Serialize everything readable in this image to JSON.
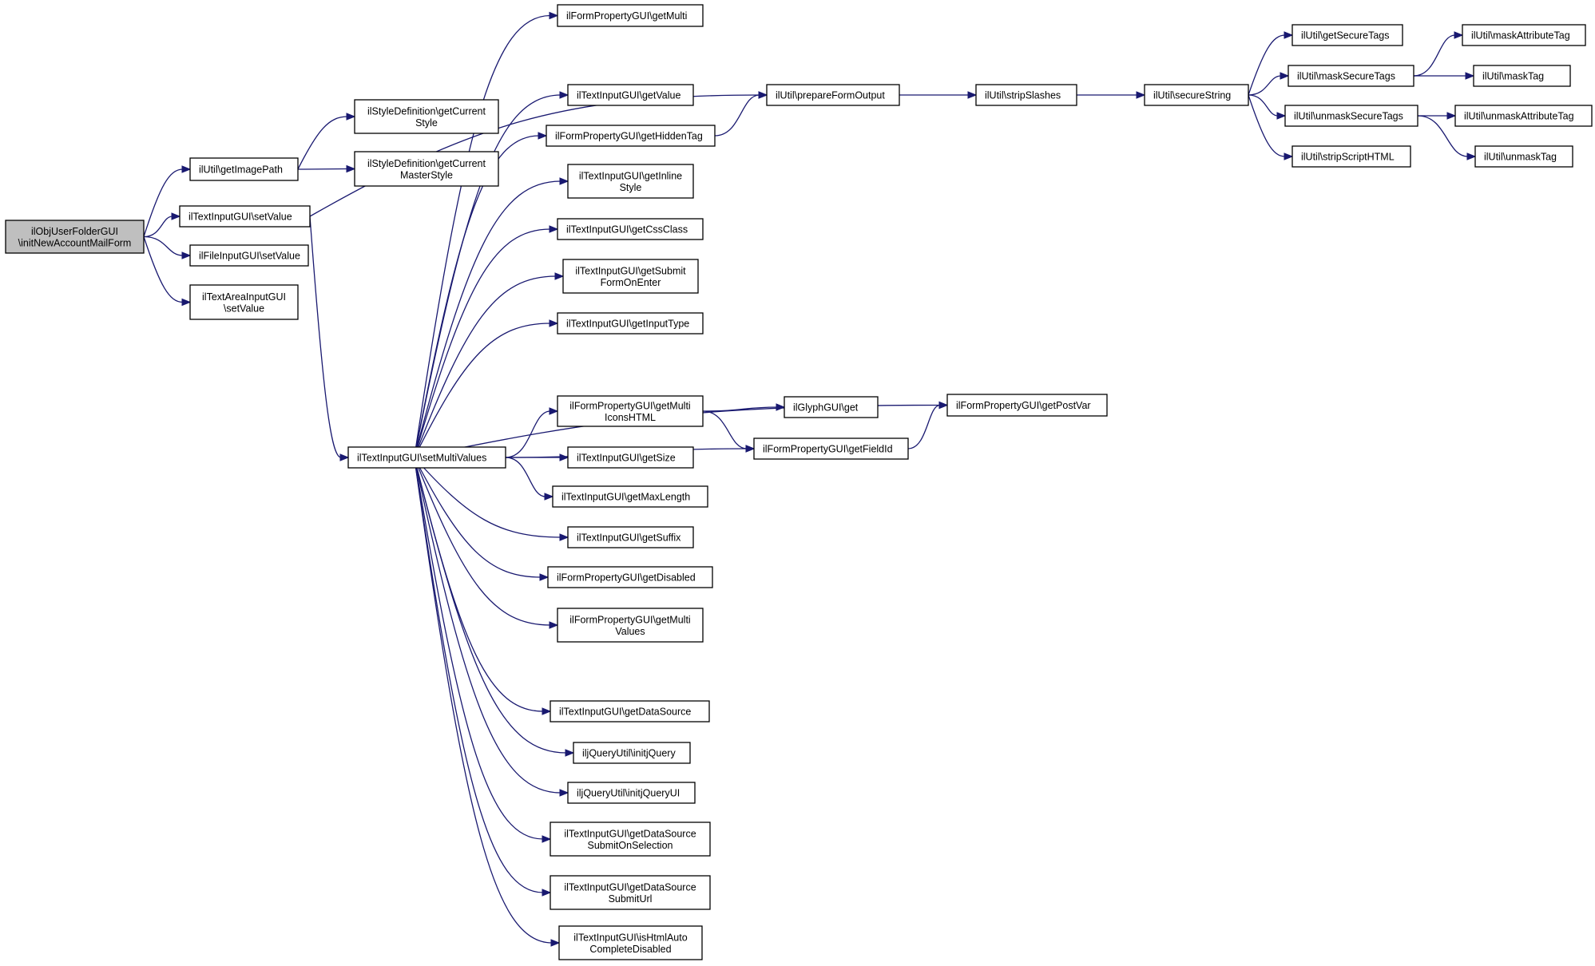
{
  "diagram": {
    "nodes": [
      {
        "id": "root",
        "lines": [
          "ilObjUserFolderGUI",
          "\\initNewAccountMailForm"
        ],
        "root": true
      },
      {
        "id": "getImagePath",
        "lines": [
          "ilUtil\\getImagePath"
        ]
      },
      {
        "id": "tiSetValue",
        "lines": [
          "ilTextInputGUI\\setValue"
        ]
      },
      {
        "id": "fiSetValue",
        "lines": [
          "ilFileInputGUI\\setValue"
        ]
      },
      {
        "id": "taSetValue",
        "lines": [
          "ilTextAreaInputGUI",
          "\\setValue"
        ]
      },
      {
        "id": "sdCurStyle",
        "lines": [
          "ilStyleDefinition\\getCurrent",
          "Style"
        ]
      },
      {
        "id": "sdCurMaster",
        "lines": [
          "ilStyleDefinition\\getCurrent",
          "MasterStyle"
        ]
      },
      {
        "id": "setMultiValues",
        "lines": [
          "ilTextInputGUI\\setMultiValues"
        ]
      },
      {
        "id": "fpGetMulti",
        "lines": [
          "ilFormPropertyGUI\\getMulti"
        ]
      },
      {
        "id": "tiGetValue",
        "lines": [
          "ilTextInputGUI\\getValue"
        ]
      },
      {
        "id": "fpGetHiddenTag",
        "lines": [
          "ilFormPropertyGUI\\getHiddenTag"
        ]
      },
      {
        "id": "tiGetInlineStyle",
        "lines": [
          "ilTextInputGUI\\getInline",
          "Style"
        ]
      },
      {
        "id": "tiGetCssClass",
        "lines": [
          "ilTextInputGUI\\getCssClass"
        ]
      },
      {
        "id": "tiGetSubmitFormOnEnter",
        "lines": [
          "ilTextInputGUI\\getSubmit",
          "FormOnEnter"
        ]
      },
      {
        "id": "tiGetInputType",
        "lines": [
          "ilTextInputGUI\\getInputType"
        ]
      },
      {
        "id": "fpGetMultiIconsHTML",
        "lines": [
          "ilFormPropertyGUI\\getMulti",
          "IconsHTML"
        ]
      },
      {
        "id": "tiGetSize",
        "lines": [
          "ilTextInputGUI\\getSize"
        ]
      },
      {
        "id": "tiGetMaxLength",
        "lines": [
          "ilTextInputGUI\\getMaxLength"
        ]
      },
      {
        "id": "tiGetSuffix",
        "lines": [
          "ilTextInputGUI\\getSuffix"
        ]
      },
      {
        "id": "fpGetDisabled",
        "lines": [
          "ilFormPropertyGUI\\getDisabled"
        ]
      },
      {
        "id": "fpGetMultiValues",
        "lines": [
          "ilFormPropertyGUI\\getMulti",
          "Values"
        ]
      },
      {
        "id": "tiGetDataSource",
        "lines": [
          "ilTextInputGUI\\getDataSource"
        ]
      },
      {
        "id": "jqInitjQuery",
        "lines": [
          "iljQueryUtil\\initjQuery"
        ]
      },
      {
        "id": "jqInitjQueryUI",
        "lines": [
          "iljQueryUtil\\initjQueryUI"
        ]
      },
      {
        "id": "tiGetDSSubmitOnSel",
        "lines": [
          "ilTextInputGUI\\getDataSource",
          "SubmitOnSelection"
        ]
      },
      {
        "id": "tiGetDSSubmitUrl",
        "lines": [
          "ilTextInputGUI\\getDataSource",
          "SubmitUrl"
        ]
      },
      {
        "id": "tiIsHtmlAuto",
        "lines": [
          "ilTextInputGUI\\isHtmlAuto",
          "CompleteDisabled"
        ]
      },
      {
        "id": "prepareFormOutput",
        "lines": [
          "ilUtil\\prepareFormOutput"
        ]
      },
      {
        "id": "glyphGet",
        "lines": [
          "ilGlyphGUI\\get"
        ]
      },
      {
        "id": "fpGetFieldId",
        "lines": [
          "ilFormPropertyGUI\\getFieldId"
        ]
      },
      {
        "id": "fpGetPostVar",
        "lines": [
          "ilFormPropertyGUI\\getPostVar"
        ]
      },
      {
        "id": "stripSlashes",
        "lines": [
          "ilUtil\\stripSlashes"
        ]
      },
      {
        "id": "secureString",
        "lines": [
          "ilUtil\\secureString"
        ]
      },
      {
        "id": "getSecureTags",
        "lines": [
          "ilUtil\\getSecureTags"
        ]
      },
      {
        "id": "maskSecureTags",
        "lines": [
          "ilUtil\\maskSecureTags"
        ]
      },
      {
        "id": "unmaskSecureTags",
        "lines": [
          "ilUtil\\unmaskSecureTags"
        ]
      },
      {
        "id": "stripScriptHTML",
        "lines": [
          "ilUtil\\stripScriptHTML"
        ]
      },
      {
        "id": "maskAttributeTag",
        "lines": [
          "ilUtil\\maskAttributeTag"
        ]
      },
      {
        "id": "maskTag",
        "lines": [
          "ilUtil\\maskTag"
        ]
      },
      {
        "id": "unmaskAttributeTag",
        "lines": [
          "ilUtil\\unmaskAttributeTag"
        ]
      },
      {
        "id": "unmaskTag",
        "lines": [
          "ilUtil\\unmaskTag"
        ]
      }
    ],
    "edges": [
      [
        "root",
        "getImagePath"
      ],
      [
        "root",
        "tiSetValue"
      ],
      [
        "root",
        "fiSetValue"
      ],
      [
        "root",
        "taSetValue"
      ],
      [
        "getImagePath",
        "sdCurStyle"
      ],
      [
        "getImagePath",
        "sdCurMaster"
      ],
      [
        "tiSetValue",
        "prepareFormOutput"
      ],
      [
        "tiSetValue",
        "setMultiValues"
      ],
      [
        "setMultiValues",
        "fpGetMulti"
      ],
      [
        "setMultiValues",
        "tiGetValue"
      ],
      [
        "setMultiValues",
        "fpGetHiddenTag"
      ],
      [
        "setMultiValues",
        "tiGetInlineStyle"
      ],
      [
        "setMultiValues",
        "tiGetCssClass"
      ],
      [
        "setMultiValues",
        "tiGetSubmitFormOnEnter"
      ],
      [
        "setMultiValues",
        "tiGetInputType"
      ],
      [
        "setMultiValues",
        "fpGetPostVar"
      ],
      [
        "setMultiValues",
        "fpGetMultiIconsHTML"
      ],
      [
        "setMultiValues",
        "tiGetSize"
      ],
      [
        "setMultiValues",
        "tiGetMaxLength"
      ],
      [
        "setMultiValues",
        "tiGetSuffix"
      ],
      [
        "setMultiValues",
        "fpGetDisabled"
      ],
      [
        "setMultiValues",
        "fpGetMultiValues"
      ],
      [
        "setMultiValues",
        "fpGetFieldId"
      ],
      [
        "setMultiValues",
        "tiGetDataSource"
      ],
      [
        "setMultiValues",
        "jqInitjQuery"
      ],
      [
        "setMultiValues",
        "jqInitjQueryUI"
      ],
      [
        "setMultiValues",
        "tiGetDSSubmitOnSel"
      ],
      [
        "setMultiValues",
        "tiGetDSSubmitUrl"
      ],
      [
        "setMultiValues",
        "tiIsHtmlAuto"
      ],
      [
        "fpGetHiddenTag",
        "prepareFormOutput"
      ],
      [
        "fpGetMultiIconsHTML",
        "glyphGet"
      ],
      [
        "fpGetMultiIconsHTML",
        "fpGetFieldId"
      ],
      [
        "fpGetFieldId",
        "fpGetPostVar"
      ],
      [
        "prepareFormOutput",
        "stripSlashes"
      ],
      [
        "stripSlashes",
        "secureString"
      ],
      [
        "secureString",
        "getSecureTags"
      ],
      [
        "secureString",
        "maskSecureTags"
      ],
      [
        "secureString",
        "unmaskSecureTags"
      ],
      [
        "secureString",
        "stripScriptHTML"
      ],
      [
        "maskSecureTags",
        "maskAttributeTag"
      ],
      [
        "maskSecureTags",
        "maskTag"
      ],
      [
        "unmaskSecureTags",
        "unmaskAttributeTag"
      ],
      [
        "unmaskSecureTags",
        "unmaskTag"
      ]
    ]
  }
}
